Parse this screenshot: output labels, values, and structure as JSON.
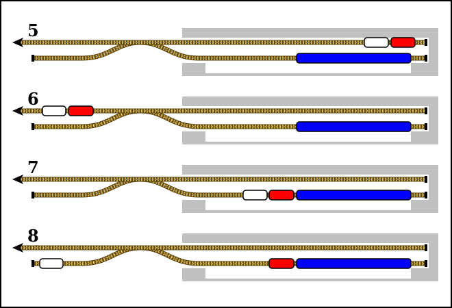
{
  "colors": {
    "background": "#ffffff",
    "border": "#000000",
    "platform": "#c0c0c0",
    "rail": "#8b6a1f",
    "sleeper_dark": "#5c4510",
    "sleeper_light": "#d9b84a",
    "highlight_blue": "#9fd9ff",
    "locomotive": "#ff0000",
    "car_blue": "#0000ff",
    "car_white": "#ffffff",
    "outline": "#000000",
    "arrow": "#000000"
  },
  "steps": [
    {
      "label": "5",
      "highlight": "blue",
      "description_pieces": [
        "locomotive-right-end-top",
        "white-car-right-end-top",
        "blue-cars-bottom"
      ]
    },
    {
      "label": "6",
      "highlight": "yellow",
      "description_pieces": [
        "locomotive-left-top",
        "white-car-left-top",
        "blue-cars-bottom"
      ]
    },
    {
      "label": "7",
      "highlight": "blue",
      "description_pieces": [
        "locomotive-bottom",
        "white-car-bottom",
        "blue-cars-bottom"
      ]
    },
    {
      "label": "8",
      "highlight": "yellow",
      "description_pieces": [
        "locomotive-bottom",
        "white-car-bottom-left",
        "blue-cars-bottom"
      ]
    }
  ]
}
